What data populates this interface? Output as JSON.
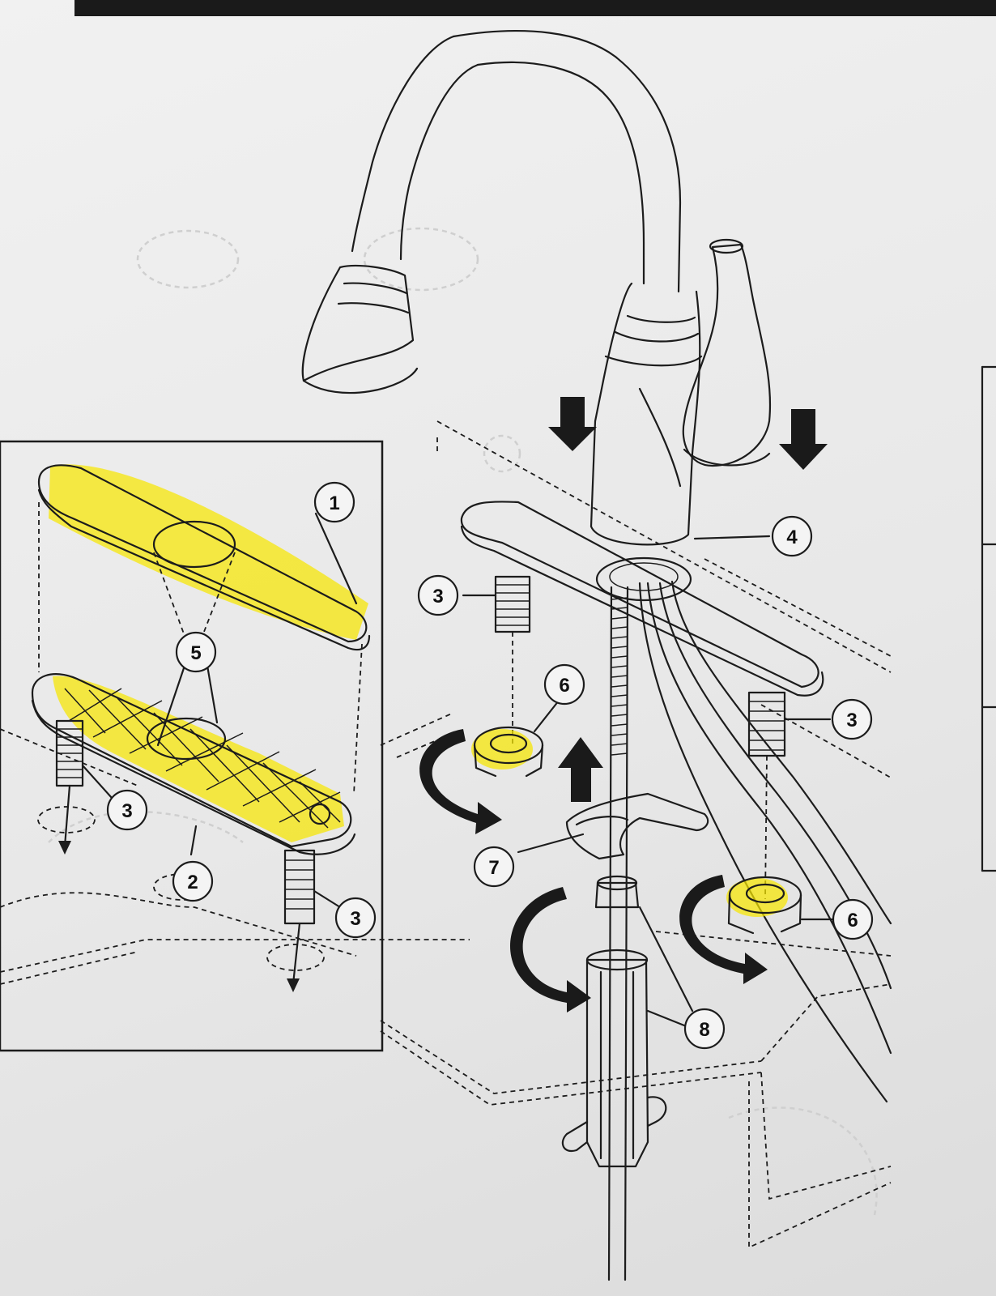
{
  "callouts": {
    "c1": "1",
    "c2": "2",
    "c3a": "3",
    "c3b": "3",
    "c3c": "3",
    "c3d": "3",
    "c4": "4",
    "c5": "5",
    "c6a": "6",
    "c6b": "6",
    "c7": "7",
    "c8": "8"
  },
  "colors": {
    "highlighter": "#f6e600",
    "line": "#1c1c1c",
    "paper": "#efefef"
  },
  "icons": {
    "down_arrow": "down-arrow-icon",
    "up_arrow": "up-arrow-icon",
    "rotate_arrow": "rotate-arrow-icon"
  }
}
